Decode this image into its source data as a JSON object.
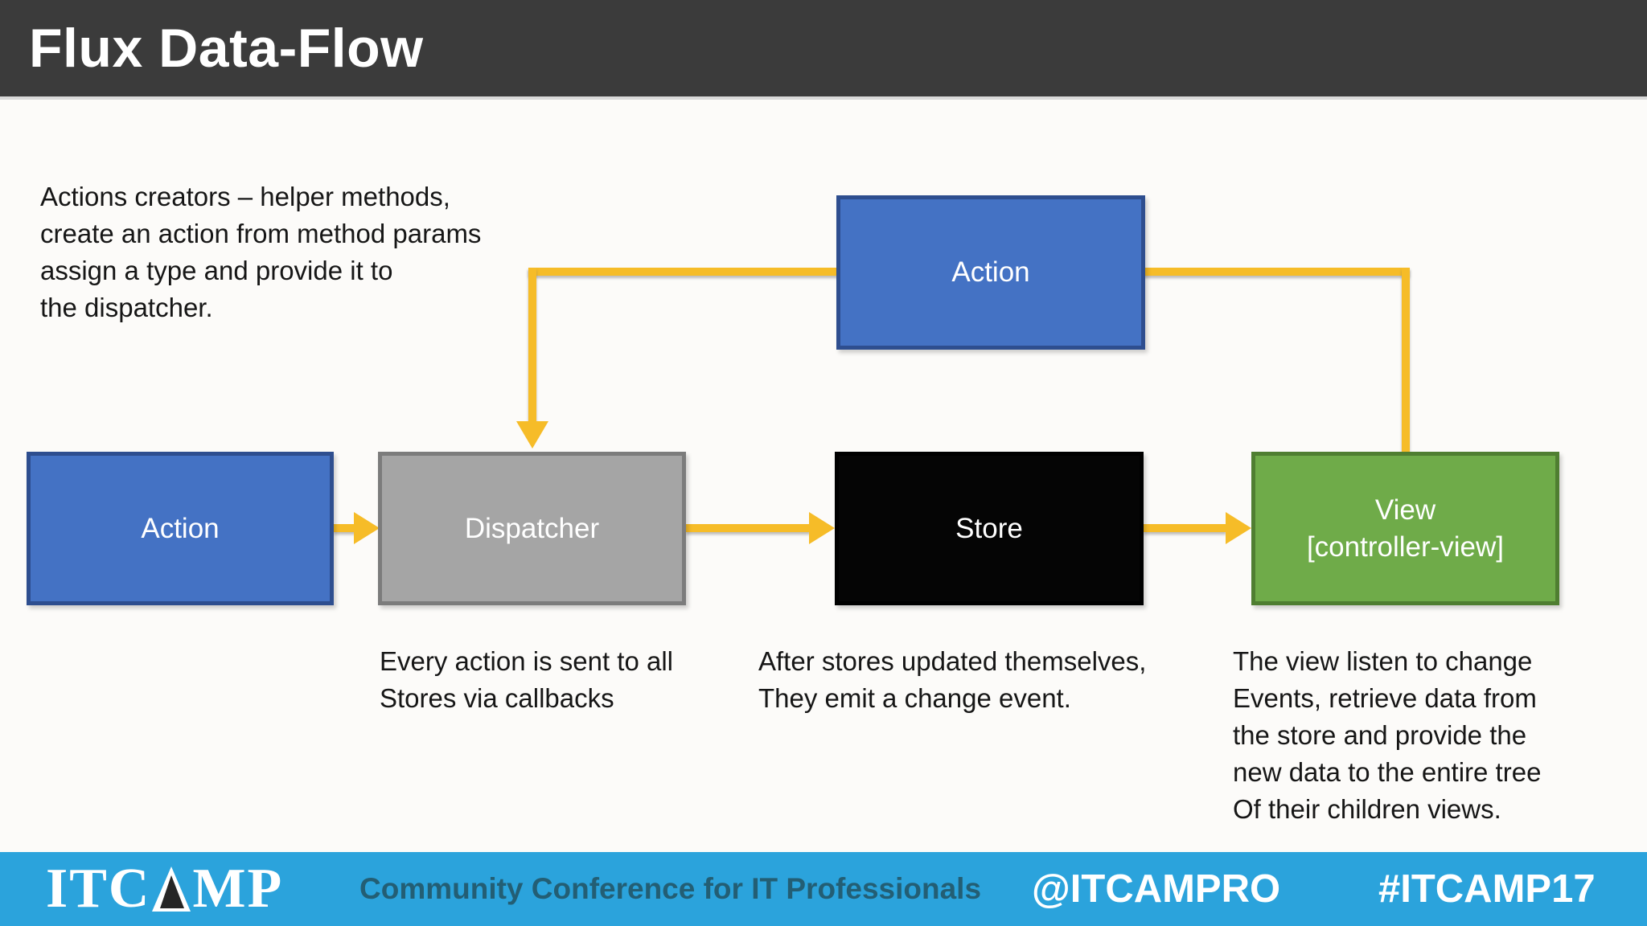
{
  "header": {
    "title": "Flux Data-Flow",
    "bg_color": "#3B3B3B",
    "text_color": "#FFFFFF"
  },
  "annotations": {
    "action_creators": "Actions creators – helper methods,\ncreate an action from method params\nassign a type and provide it to\nthe dispatcher.",
    "dispatcher_note": "Every action is sent to all\nStores via callbacks",
    "store_note": "After stores updated themselves,\nThey emit a change event.",
    "view_note": "The view listen to change\nEvents, retrieve data from\nthe store and provide the\nnew data to the entire tree\nOf their children views."
  },
  "diagram": {
    "connector_color": "#F6BC28",
    "nodes": [
      {
        "id": "action-top",
        "label": "Action",
        "fill": "#4472C4",
        "border": "#2E4E8F"
      },
      {
        "id": "action-left",
        "label": "Action",
        "fill": "#4472C4",
        "border": "#2E4E8F"
      },
      {
        "id": "dispatcher",
        "label": "Dispatcher",
        "fill": "#A5A5A5",
        "border": "#7C7C7C"
      },
      {
        "id": "store",
        "label": "Store",
        "fill": "#050505",
        "border": "#000000"
      },
      {
        "id": "view",
        "label": "View\n[controller-view]",
        "fill": "#6FAB49",
        "border": "#4F7E31"
      }
    ]
  },
  "footer": {
    "bg_color": "#2BA3DC",
    "logo_prefix": "ITC",
    "logo_suffix": "MP",
    "logo_name": "ITCAMP",
    "tagline": "Community Conference for IT Professionals",
    "handle": "@ITCAMPRO",
    "hashtag": "#ITCAMP17"
  }
}
